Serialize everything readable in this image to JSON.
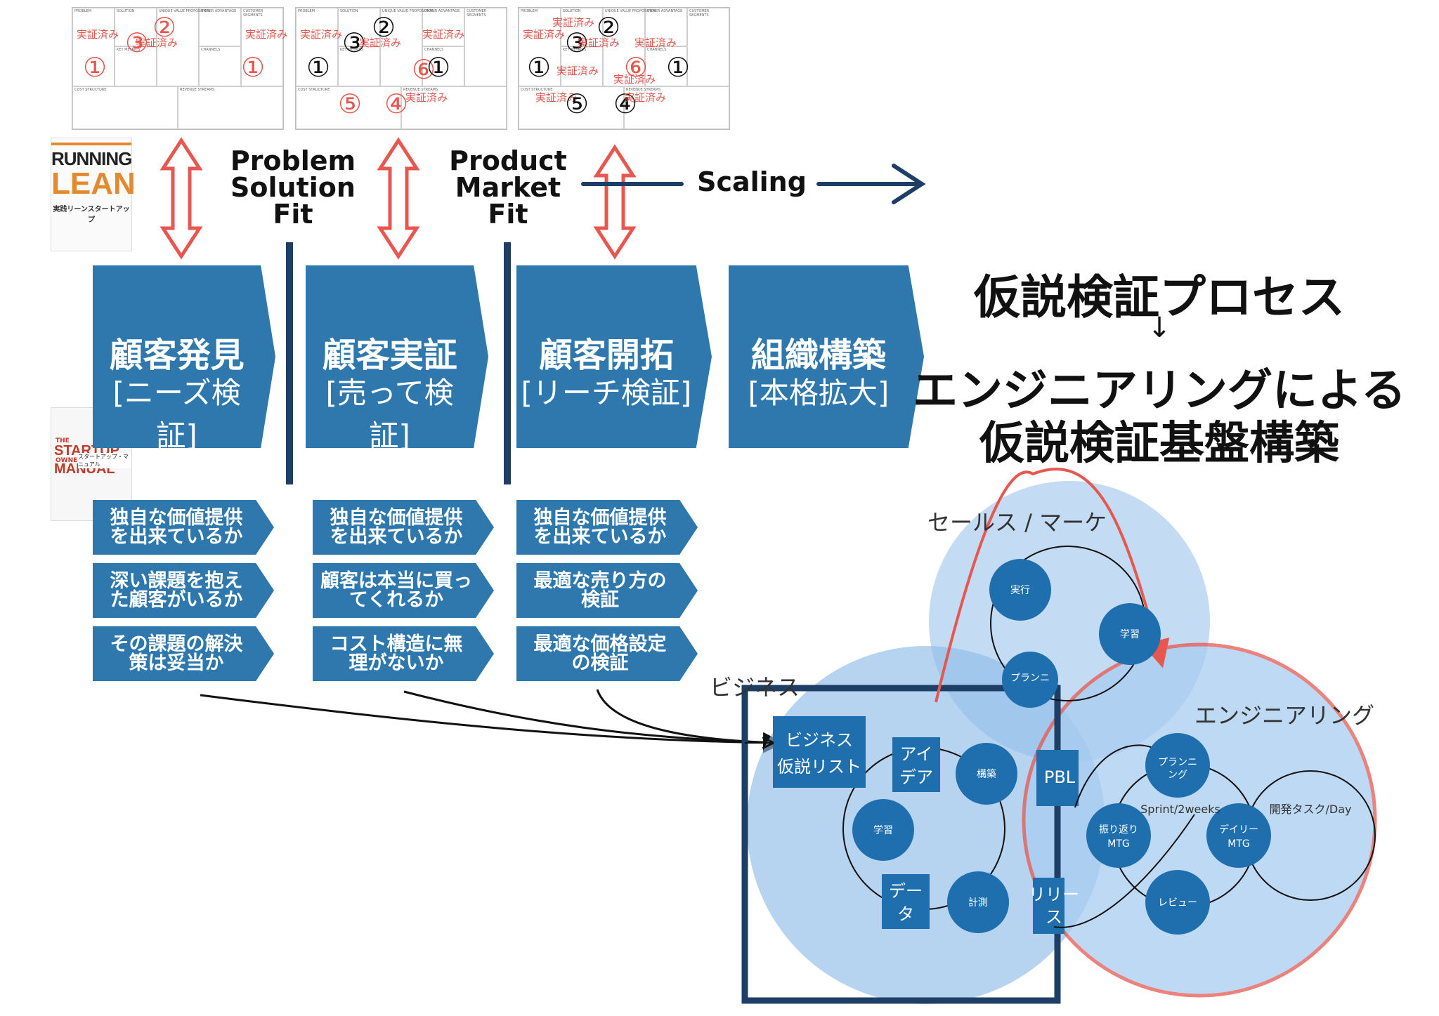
{
  "canvases": [
    {
      "headers": [
        "PROBLEM",
        "SOLUTION",
        "UNIQUE VALUE PROPOSITION",
        "UNFAIR ADVANTAGE",
        "CUSTOMER SEGMENTS",
        "KEY METRICS",
        "CHANNELS",
        "COST STRUCTURE",
        "REVENUE STREAMS"
      ],
      "marks": [
        "実証済み",
        "③",
        "②",
        "実証済み",
        "実証済み",
        "①",
        "①"
      ]
    },
    {
      "headers": [
        "PROBLEM",
        "SOLUTION",
        "UNIQUE VALUE PROPOSITION",
        "UNFAIR ADVANTAGE",
        "CUSTOMER SEGMENTS",
        "KEY METRICS",
        "CHANNELS",
        "COST STRUCTURE",
        "REVENUE STREAMS"
      ],
      "marks": [
        "実証済み",
        "③",
        "②",
        "実証済み",
        "実証済み",
        "①",
        "⑥",
        "①",
        "⑤",
        "④",
        "実証済み"
      ]
    },
    {
      "headers": [
        "PROBLEM",
        "SOLUTION",
        "UNIQUE VALUE PROPOSITION",
        "UNFAIR ADVANTAGE",
        "CUSTOMER SEGMENTS",
        "KEY METRICS",
        "CHANNELS",
        "COST STRUCTURE",
        "REVENUE STREAMS"
      ],
      "marks": [
        "実証済み",
        "実証済み",
        "③",
        "②",
        "実証済み",
        "実証済み",
        "①",
        "実証済み",
        "⑥",
        "実証済み",
        "①",
        "実証済み",
        "⑤",
        "④",
        "実証済み"
      ]
    }
  ],
  "books": {
    "running_lean": {
      "line1": "RUNNING",
      "line2": "LEAN",
      "subtitle": "実践リーンスタートアップ"
    },
    "startup_manual": {
      "line1": "THE",
      "line2": "STARTUP",
      "line3": "OWNER'S",
      "line4": "MANUAL",
      "subtitle": "スタートアップ・マニュアル"
    }
  },
  "fits": {
    "problem_solution": [
      "Problem",
      "Solution",
      "Fit"
    ],
    "product_market": [
      "Product",
      "Market",
      "Fit"
    ],
    "scaling": "Scaling"
  },
  "stages": [
    {
      "title": "顧客発見",
      "sub": "[ニーズ検証]"
    },
    {
      "title": "顧客実証",
      "sub": "[売って検証]"
    },
    {
      "title": "顧客開拓",
      "sub": "[リーチ検証]"
    },
    {
      "title": "組織構築",
      "sub": "[本格拡大]"
    }
  ],
  "questions": [
    [
      "独自な価値提供\nを出来ているか",
      "深い課題を抱え\nた顧客がいるか",
      "その課題の解決\n策は妥当か"
    ],
    [
      "独自な価値提供\nを出来ているか",
      "顧客は本当に買っ\nてくれるか",
      "コスト構造に無\n理がないか"
    ],
    [
      "独自な価値提供\nを出来ているか",
      "最適な売り方の\n検証",
      "最適な価格設定\nの検証"
    ]
  ],
  "headline": {
    "line1": "仮説検証プロセス",
    "arrow": "↓",
    "line2": "エンジニアリングによる",
    "line3": "仮説検証基盤構築"
  },
  "cycles": {
    "sales": {
      "label": "セールス / マーケ",
      "nodes": [
        "実行",
        "学習",
        "プランニ"
      ]
    },
    "business": {
      "label": "ビジネス",
      "list": [
        "ビジネス",
        "仮説リスト"
      ],
      "idea": [
        "アイ",
        "デア"
      ],
      "data": [
        "デー",
        "タ"
      ],
      "nodes": [
        "構築",
        "学習",
        "計測"
      ]
    },
    "engineering": {
      "label": "エンジニアリング",
      "pbl": "PBL",
      "release": [
        "リリー",
        "ス"
      ],
      "sprint": "Sprint/2weeks",
      "daily_task": "開発タスク/Day",
      "nodes": [
        "プランニ",
        "ング",
        "振り返り",
        "MTG",
        "デイリー",
        "MTG",
        "レビュー"
      ]
    }
  },
  "colors": {
    "stage_blue": "#2f78ad",
    "annotation_red": "#e8574f",
    "cycle_light": "#a9cdf0",
    "node_blue": "#1f6fae",
    "navy": "#1d3f66"
  }
}
